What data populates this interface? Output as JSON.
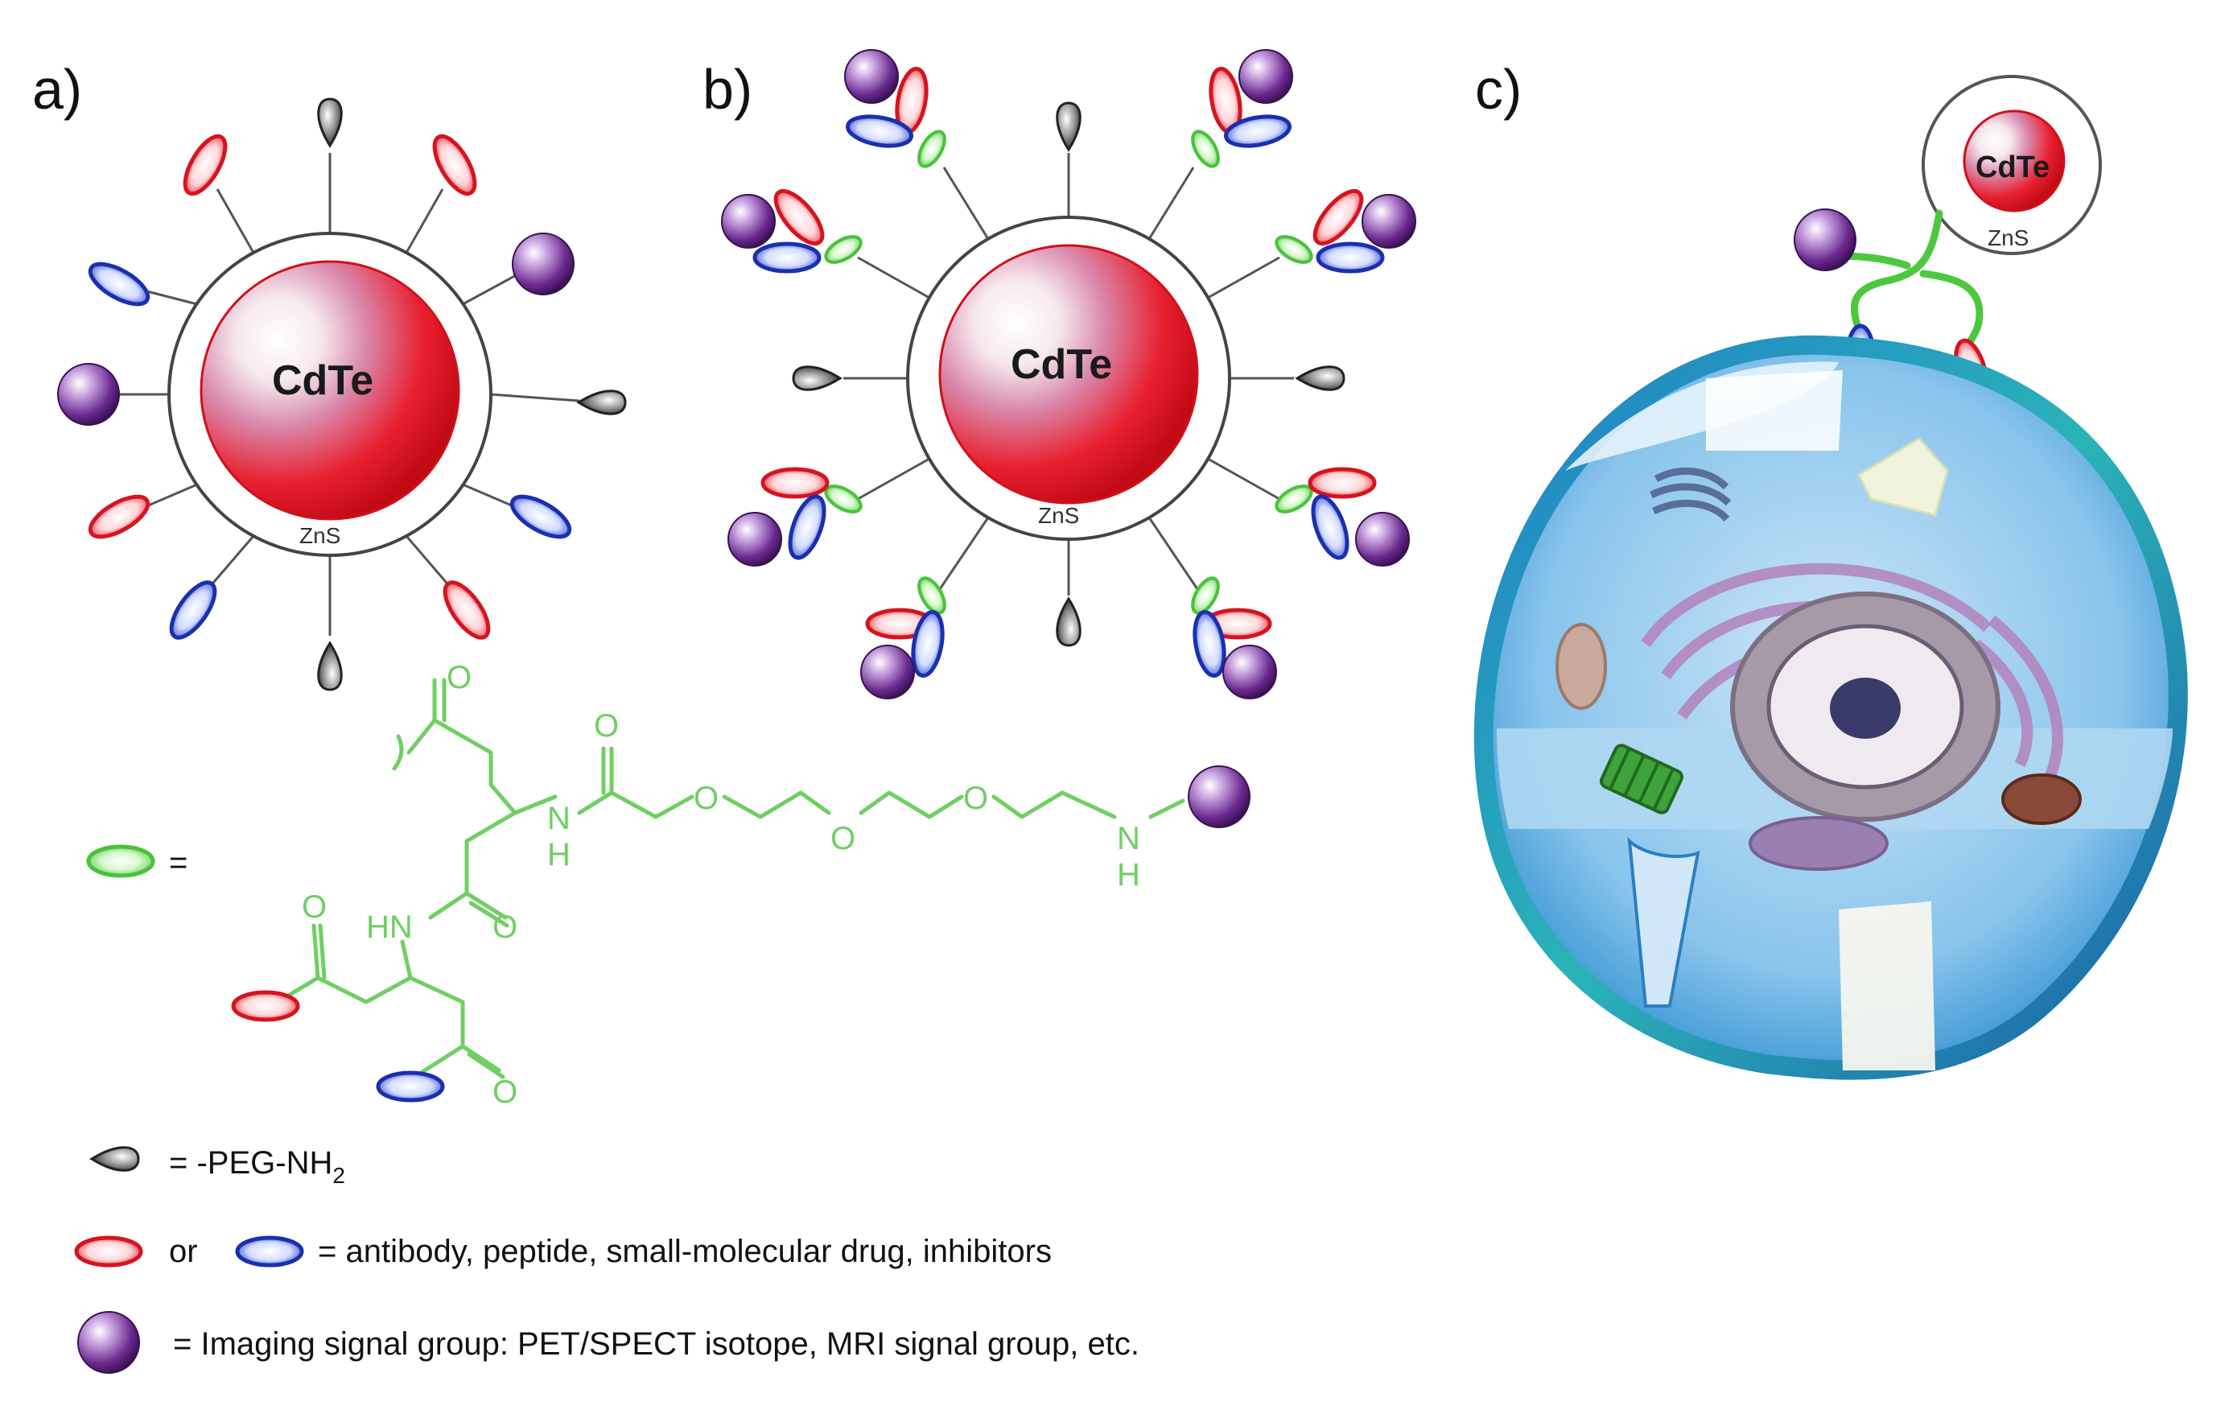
{
  "panels": {
    "a": "a)",
    "b": "b)",
    "c": "c)"
  },
  "nanoparticle": {
    "core": "CdTe",
    "shell": "ZnS"
  },
  "linker": {
    "equals": "=",
    "atoms": {
      "O": "O",
      "N": "N",
      "H": "H",
      "HN": "HN"
    }
  },
  "legend": {
    "peg": {
      "prefix": "= -PEG-NH",
      "subscript": "2"
    },
    "ligand": {
      "or": "or",
      "text": "= antibody, peptide, small-molecular drug, inhibitors"
    },
    "imaging": {
      "text": "= Imaging signal group: PET/SPECT isotope, MRI signal group, etc."
    }
  },
  "colors": {
    "core": "#e8101a",
    "red_ligand": "#e8343e",
    "blue_ligand": "#2a46c8",
    "linker": "#6fcf63",
    "imaging": "#6b2a8f",
    "peg": "#555555",
    "cell": "#3f9fdc"
  },
  "icons": [
    "nanoparticle-icon",
    "red-ligand-icon",
    "blue-ligand-icon",
    "imaging-sphere-icon",
    "peg-icon",
    "linker-icon",
    "cell-icon"
  ]
}
